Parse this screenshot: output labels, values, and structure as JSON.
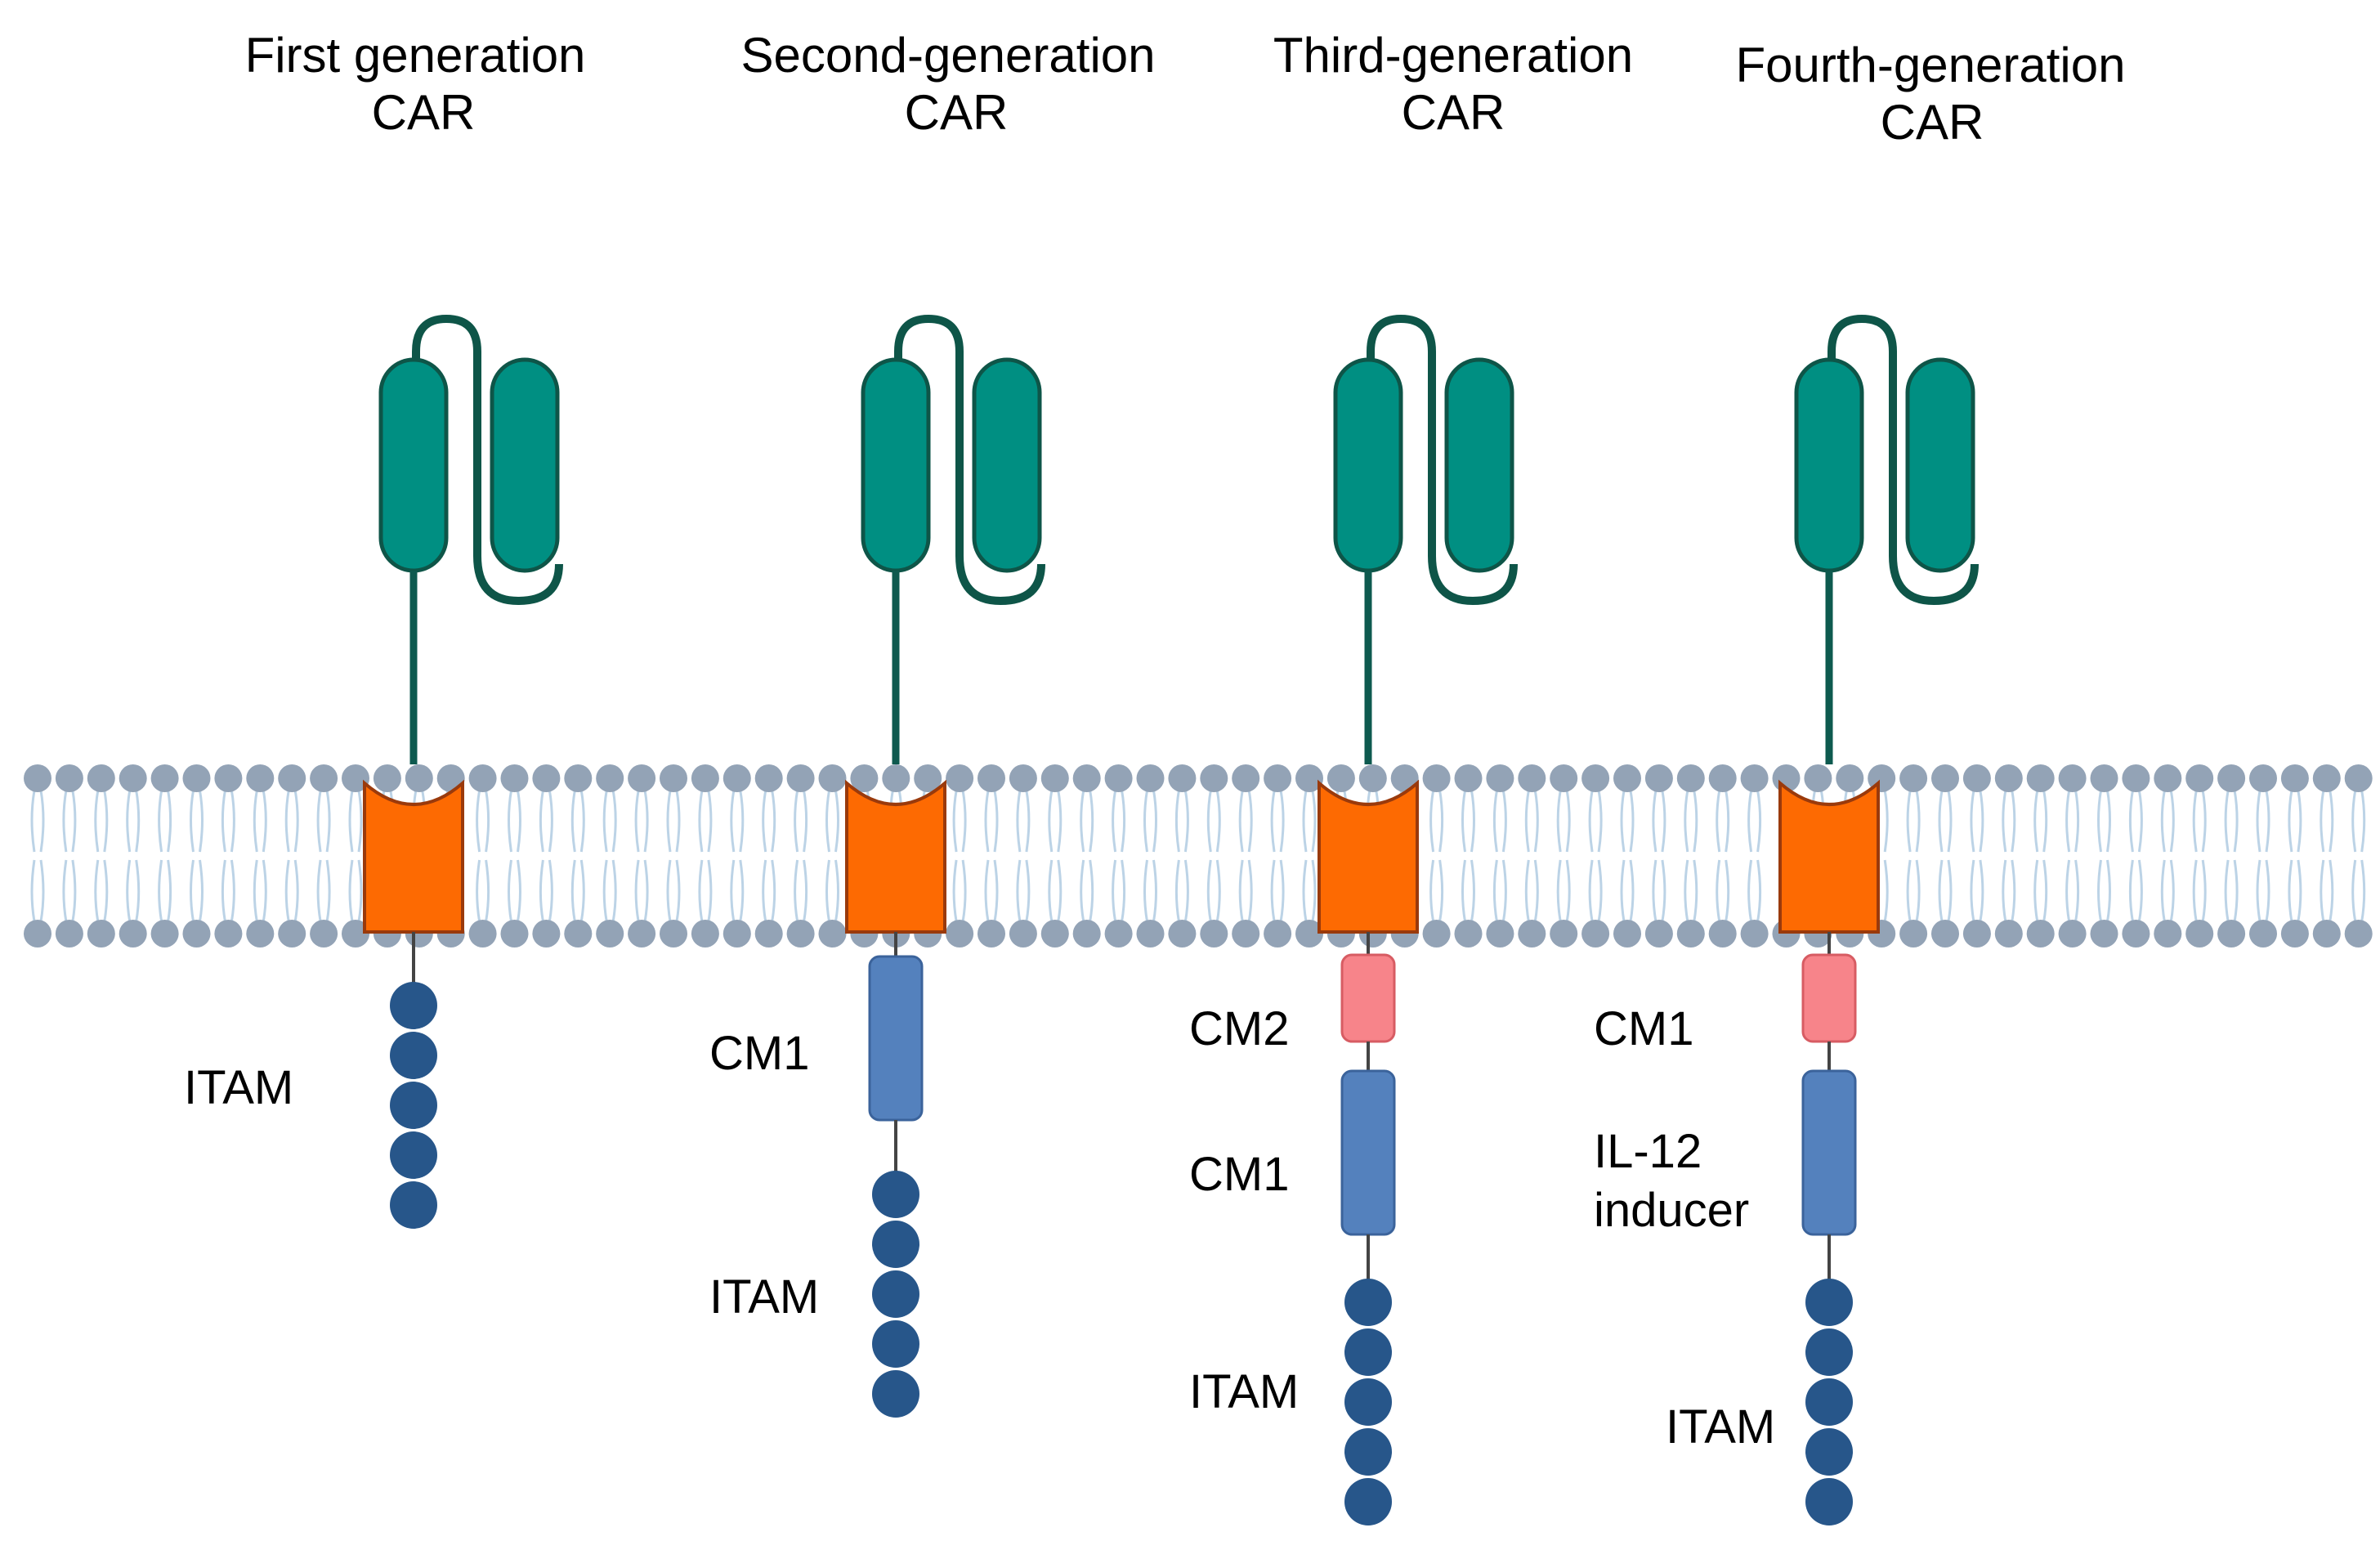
{
  "colors": {
    "scfv": "#008f82",
    "scfv_outline": "#0e5548",
    "hinge": "#0e5a4f",
    "transmembrane": "#fd6a02",
    "transmembrane_outline": "#9a3a0c",
    "lipid_head": "#93a3b6",
    "lipid_tail": "#bcd3e6",
    "itam": "#27568a",
    "cm1": "#5481bd",
    "cm2": "#f7848a",
    "connector": "#444444"
  },
  "cars": [
    {
      "title_line1": "First generation",
      "title_line2": "CAR",
      "labels": {
        "itam": "ITAM"
      }
    },
    {
      "title_line1": "Second-generation",
      "title_line2": "CAR",
      "labels": {
        "cm1": "CM1",
        "itam": "ITAM"
      }
    },
    {
      "title_line1": "Third-generation",
      "title_line2": "CAR",
      "labels": {
        "cm2": "CM2",
        "cm1": "CM1",
        "itam": "ITAM"
      }
    },
    {
      "title_line1": "Fourth-generation",
      "title_line2": "CAR",
      "labels": {
        "cm1": "CM1",
        "inducer_line1": "IL-12",
        "inducer_line2": "inducer",
        "itam": "ITAM"
      }
    }
  ]
}
